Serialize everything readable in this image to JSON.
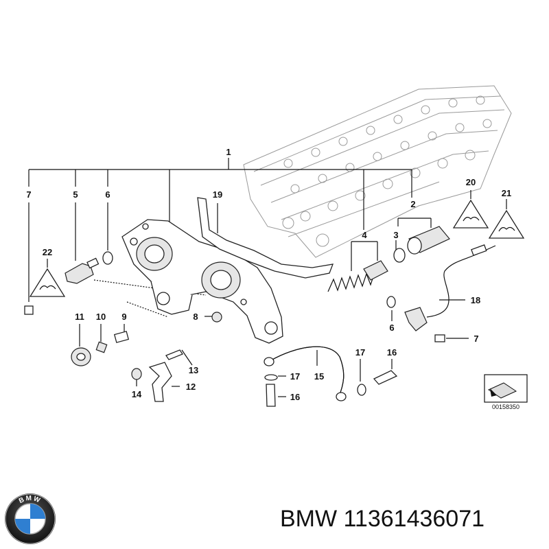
{
  "diagram": {
    "labels": [
      "1",
      "2",
      "3",
      "4",
      "5",
      "6",
      "7",
      "19",
      "20",
      "21",
      "22",
      "18",
      "11",
      "10",
      "9",
      "8",
      "6",
      "7",
      "13",
      "12",
      "14",
      "17",
      "15",
      "16",
      "17",
      "16"
    ],
    "reference_code": "00158350"
  },
  "footer": {
    "brand": "BMW",
    "part_number": "11361436071",
    "logo_letters": "BMW"
  }
}
